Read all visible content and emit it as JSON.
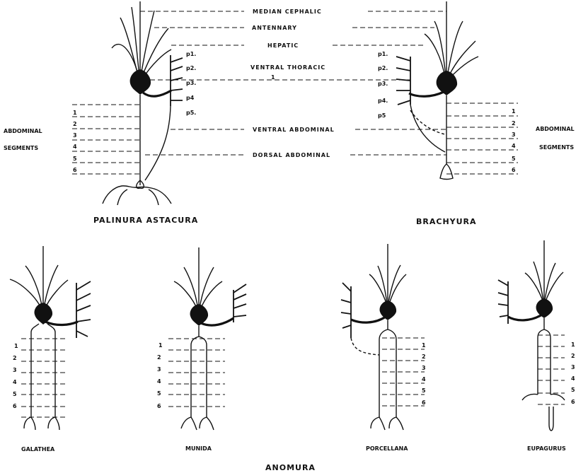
{
  "top": {
    "nerve_labels": [
      "MEDIAN CEPHALIC",
      "ANTENNARY",
      "HEPATIC",
      "VENTRAL THORACIC",
      "VENTRAL ABDOMINAL",
      "DORSAL ABDOMINAL"
    ],
    "left_legs": [
      "p1.",
      "p2.",
      "p3.",
      "p4",
      "p5."
    ],
    "right_legs": [
      "p1.",
      "p2.",
      "p3.",
      "p4.",
      "p5"
    ],
    "segments": [
      "1",
      "2",
      "3",
      "4",
      "5",
      "6"
    ],
    "side_label_line1": "ABDOMINAL",
    "side_label_line2": "SEGMENTS",
    "left_title": "PALINURA ASTACURA",
    "right_title": "BRACHYURA",
    "mid_mark": "1"
  },
  "bottom": {
    "group_title": "ANOMURA",
    "species": [
      "GALATHEA",
      "MUNIDA",
      "PORCELLANA",
      "EUPAGURUS"
    ],
    "segments": [
      "1",
      "2",
      "3",
      "4",
      "5",
      "6"
    ]
  }
}
